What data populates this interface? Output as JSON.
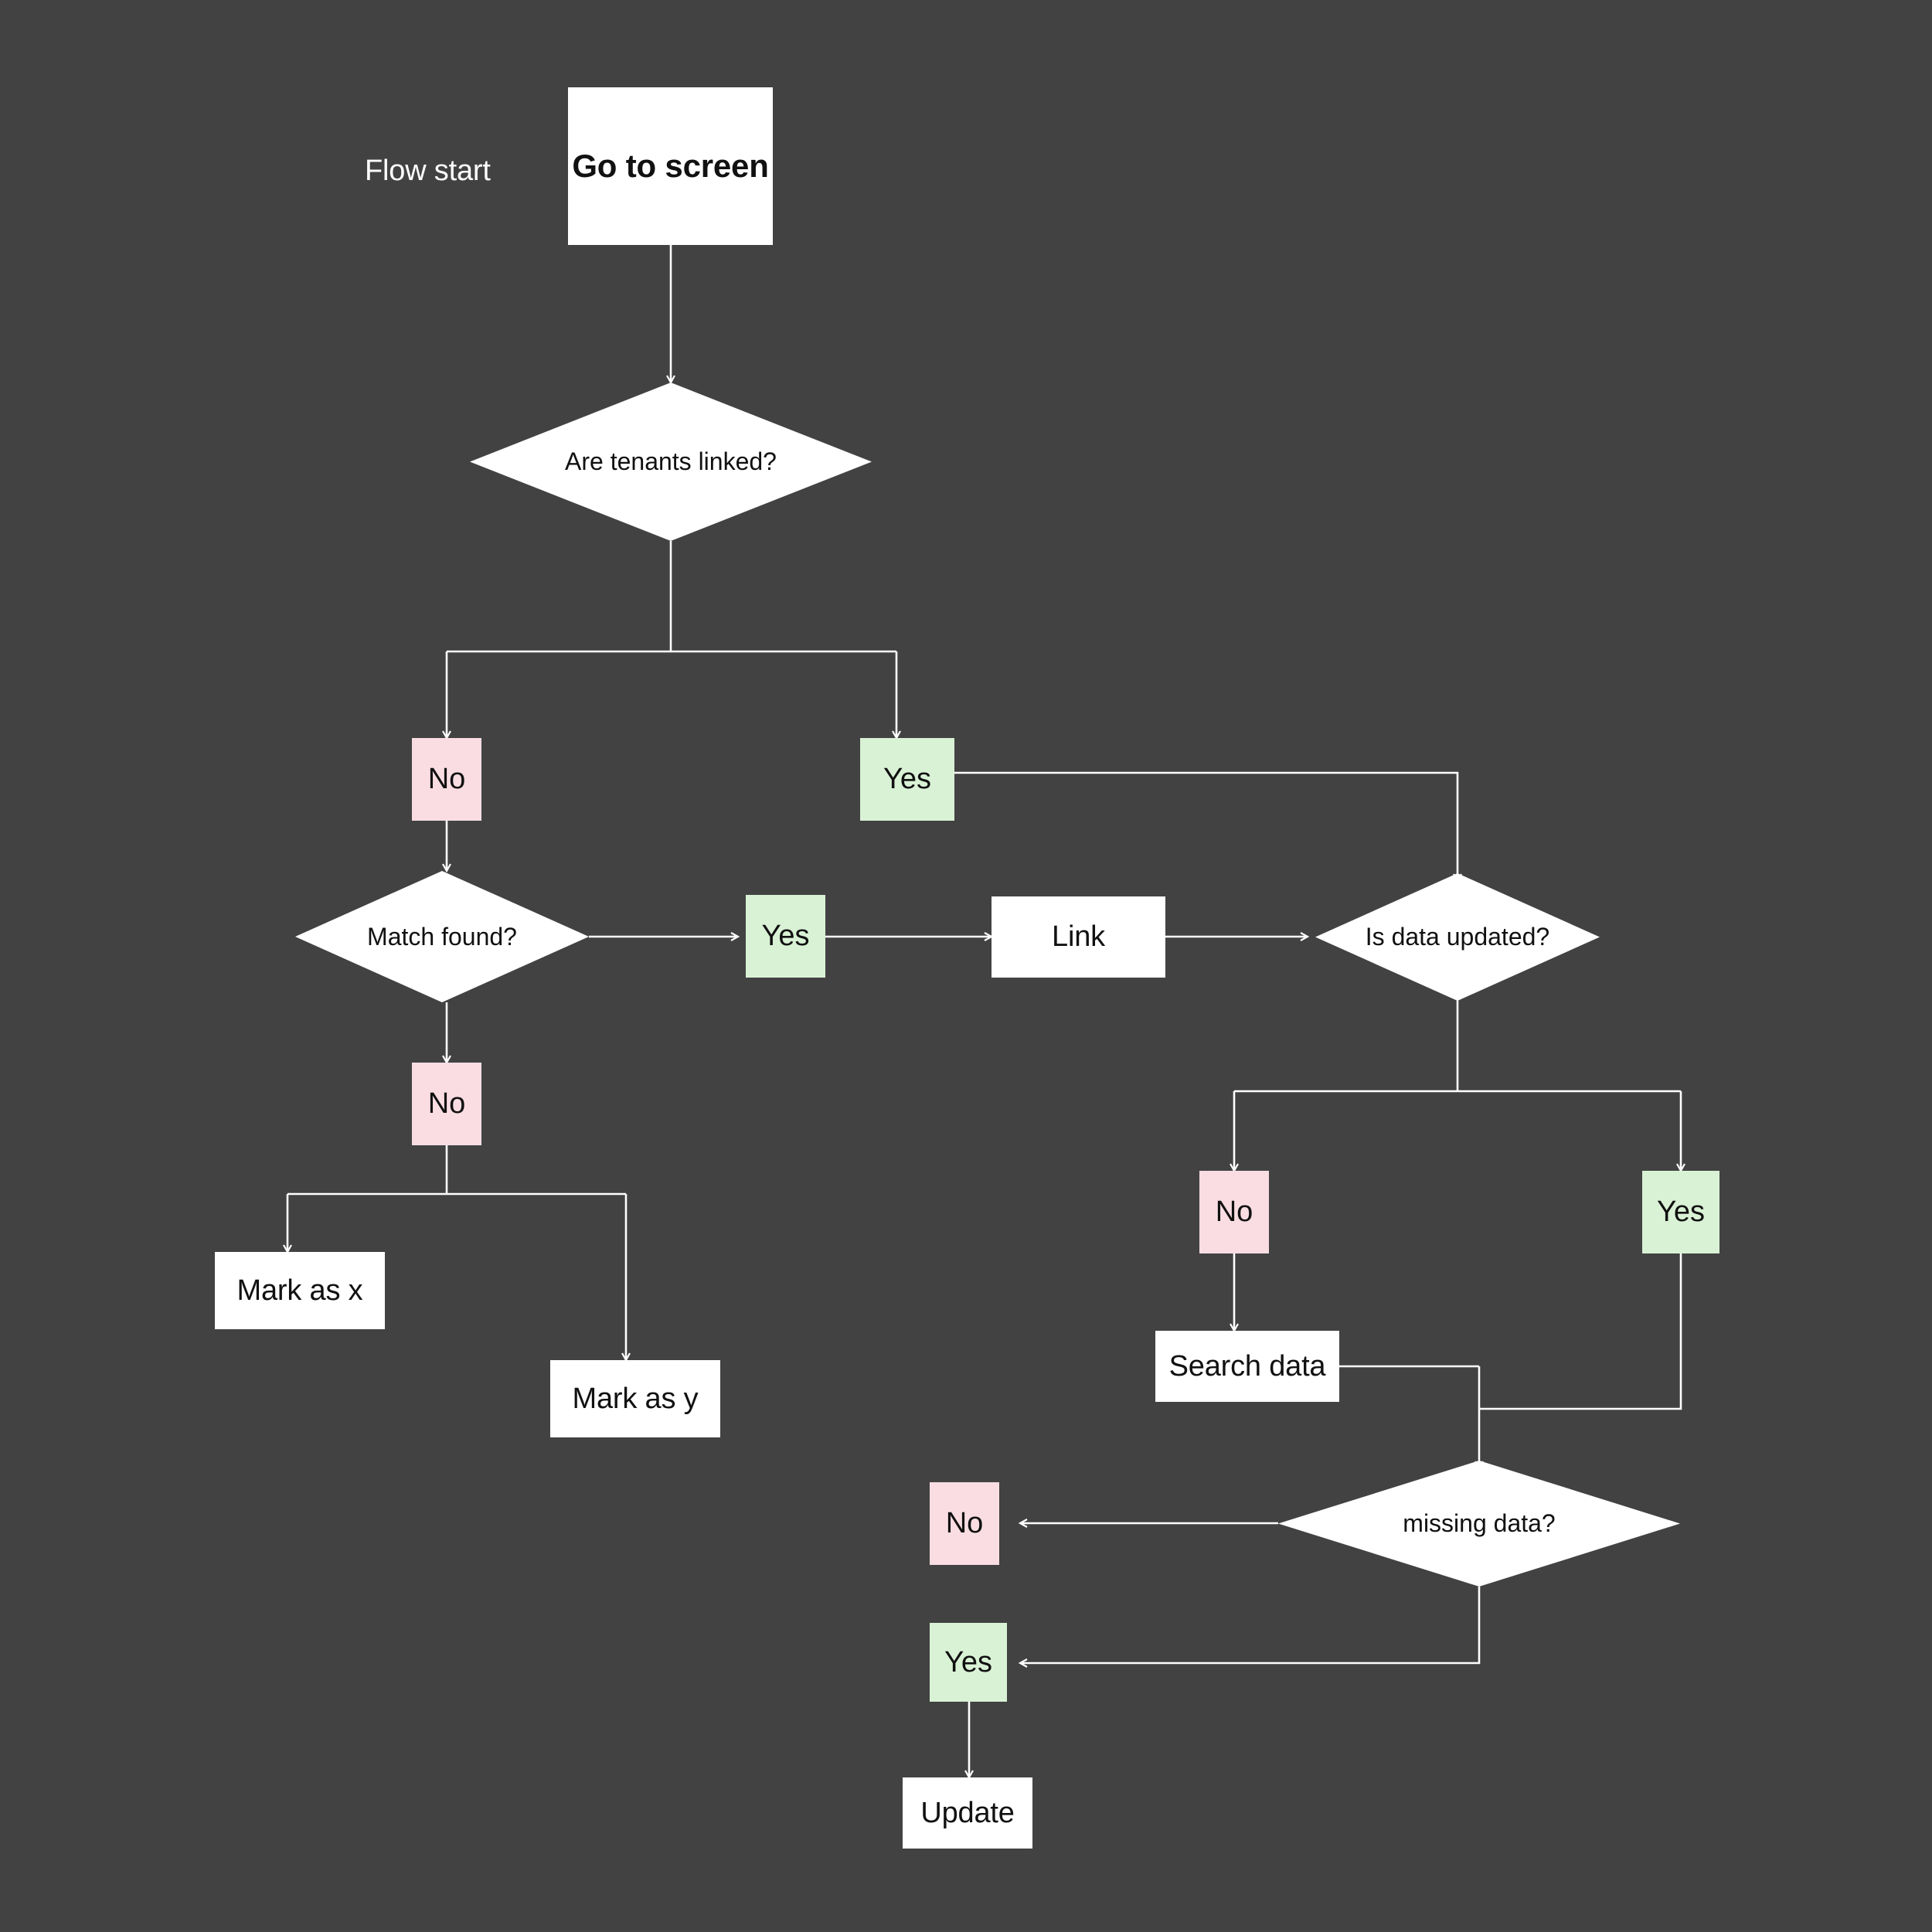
{
  "diagram": {
    "title_caption": "Flow start",
    "background_color": "#424242",
    "node_fill": "#ffffff",
    "yes_color": "#d9f2d5",
    "no_color": "#f9dde3",
    "line_color": "#ffffff",
    "nodes": [
      {
        "id": "go_to_screen",
        "label": "Go to screen",
        "type": "process-start"
      },
      {
        "id": "are_tenants",
        "label": "Are tenants linked?",
        "type": "decision"
      },
      {
        "id": "badge_no_1",
        "label": "No",
        "type": "badge-no"
      },
      {
        "id": "badge_yes_1",
        "label": "Yes",
        "type": "badge-yes"
      },
      {
        "id": "match_found",
        "label": "Match found?",
        "type": "decision"
      },
      {
        "id": "badge_yes_2",
        "label": "Yes",
        "type": "badge-yes"
      },
      {
        "id": "link",
        "label": "Link",
        "type": "process"
      },
      {
        "id": "is_data_updated",
        "label": "Is data updated?",
        "type": "decision"
      },
      {
        "id": "badge_no_2",
        "label": "No",
        "type": "badge-no"
      },
      {
        "id": "mark_as_x",
        "label": "Mark as x",
        "type": "process"
      },
      {
        "id": "mark_as_y",
        "label": "Mark as y",
        "type": "process"
      },
      {
        "id": "badge_no_3",
        "label": "No",
        "type": "badge-no"
      },
      {
        "id": "badge_yes_3",
        "label": "Yes",
        "type": "badge-yes"
      },
      {
        "id": "search_data",
        "label": "Search data",
        "type": "process"
      },
      {
        "id": "missing_data",
        "label": "missing data?",
        "type": "decision"
      },
      {
        "id": "badge_no_4",
        "label": "No",
        "type": "badge-no"
      },
      {
        "id": "badge_yes_4",
        "label": "Yes",
        "type": "badge-yes"
      },
      {
        "id": "update",
        "label": "Update",
        "type": "process"
      }
    ]
  }
}
